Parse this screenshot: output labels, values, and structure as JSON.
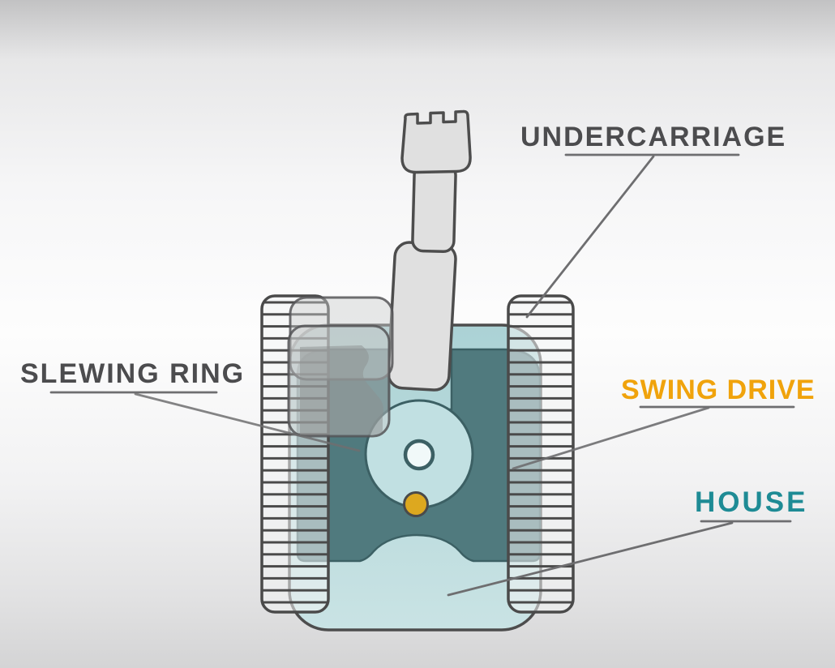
{
  "diagram": {
    "subject": "excavator-top-view",
    "labels": {
      "undercarriage": {
        "text": "UNDERCARRIAGE",
        "color": "#4C4C4E"
      },
      "slewing_ring": {
        "text": "SLEWING RING",
        "color": "#4C4C4E"
      },
      "swing_drive": {
        "text": "SWING DRIVE",
        "color": "#F0A30C"
      },
      "house": {
        "text": "HOUSE",
        "color": "#1E8B95"
      }
    },
    "machine_colors": {
      "house_fill_top": "#ABD2D5",
      "house_fill_bottom": "#C9E3E4",
      "body_fill": "#507A7E",
      "body_outline": "#3C6064",
      "ring_fill": "#C1E0E2",
      "center_fill": "#F1F9F9",
      "pin_fill": "#DDA81F",
      "arm_fill": "#E0E0E0",
      "outline": "#4D4D4D",
      "leader_line": "#6E6E70"
    }
  }
}
